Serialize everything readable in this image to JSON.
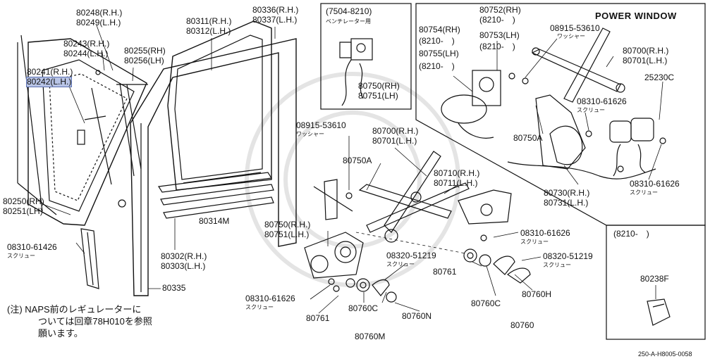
{
  "header": {
    "title": "POWER WINDOW"
  },
  "inset_top": {
    "range": "(7504-8210)",
    "note": "ベンチレーター用"
  },
  "inset_br": {
    "range": "(8210-　)"
  },
  "note": {
    "line1": "(注) NAPS前のレギュレーターに",
    "line2": "ついては回章78H010を参照",
    "line3": "願います。"
  },
  "footer_code": "250-A-H8005-0058",
  "labels": [
    {
      "id": "80248",
      "text": "80248(R.H.)"
    },
    {
      "id": "80249",
      "text": "80249(L.H.)"
    },
    {
      "id": "80243",
      "text": "80243(R.H.)"
    },
    {
      "id": "80244",
      "text": "80244(L.H.)"
    },
    {
      "id": "80255",
      "text": "80255(RH)"
    },
    {
      "id": "80256",
      "text": "80256(LH)"
    },
    {
      "id": "80241",
      "text": "80241(R.H.)"
    },
    {
      "id": "80242",
      "text": "80242(L.H.)"
    },
    {
      "id": "80250",
      "text": "80250(RH)"
    },
    {
      "id": "80251",
      "text": "80251(LH)"
    },
    {
      "id": "08310-61426",
      "text": "08310-61426"
    },
    {
      "id": "screw1",
      "text": "スクリュー"
    },
    {
      "id": "80311",
      "text": "80311(R.H.)"
    },
    {
      "id": "80312",
      "text": "80312(L.H.)"
    },
    {
      "id": "80336",
      "text": "80336(R.H.)"
    },
    {
      "id": "80337",
      "text": "80337(L.H.)"
    },
    {
      "id": "80314M",
      "text": "80314M"
    },
    {
      "id": "80302",
      "text": "80302(R.H.)"
    },
    {
      "id": "80303",
      "text": "80303(L.H.)"
    },
    {
      "id": "80335",
      "text": "80335"
    },
    {
      "id": "80750rh_top",
      "text": "80750(RH)"
    },
    {
      "id": "80751lh_top",
      "text": "80751(LH)"
    },
    {
      "id": "08915-53610a",
      "text": "08915-53610"
    },
    {
      "id": "washer1",
      "text": "ワッシャー"
    },
    {
      "id": "80700a",
      "text": "80700(R.H.)"
    },
    {
      "id": "80701a",
      "text": "80701(L.H.)"
    },
    {
      "id": "80750A_l",
      "text": "80750A"
    },
    {
      "id": "80710",
      "text": "80710(R.H.)"
    },
    {
      "id": "80711",
      "text": "80711(L.H.)"
    },
    {
      "id": "80750rh",
      "text": "80750(R.H.)"
    },
    {
      "id": "80751lh",
      "text": "80751(L.H.)"
    },
    {
      "id": "08310-61626a",
      "text": "08310-61626"
    },
    {
      "id": "screw2",
      "text": "スクリュー"
    },
    {
      "id": "08320-51219a",
      "text": "08320-51219"
    },
    {
      "id": "screw3",
      "text": "スクリュー"
    },
    {
      "id": "08320-51219b",
      "text": "08320-51219"
    },
    {
      "id": "screw4",
      "text": "スクリュー"
    },
    {
      "id": "08310-61626b",
      "text": "08310-61626"
    },
    {
      "id": "screw5",
      "text": "スクリュー"
    },
    {
      "id": "80761a",
      "text": "80761"
    },
    {
      "id": "80760Ca",
      "text": "80760C"
    },
    {
      "id": "80760Na",
      "text": "80760N"
    },
    {
      "id": "80760M",
      "text": "80760M"
    },
    {
      "id": "80761b",
      "text": "80761"
    },
    {
      "id": "80760Cb",
      "text": "80760C"
    },
    {
      "id": "80760H",
      "text": "80760H"
    },
    {
      "id": "80760",
      "text": "80760"
    },
    {
      "id": "80752",
      "text": "80752(RH)"
    },
    {
      "id": "8210a",
      "text": "(8210-　)"
    },
    {
      "id": "80754",
      "text": "80754(RH)"
    },
    {
      "id": "8210b",
      "text": "(8210-　)"
    },
    {
      "id": "80753",
      "text": "80753(LH)"
    },
    {
      "id": "8210c",
      "text": "(8210-　)"
    },
    {
      "id": "80755",
      "text": "80755(LH)"
    },
    {
      "id": "8210d",
      "text": "(8210-　)"
    },
    {
      "id": "08915-53610b",
      "text": "08915-53610"
    },
    {
      "id": "washer2",
      "text": "ワッシャー"
    },
    {
      "id": "80700b",
      "text": "80700(R.H.)"
    },
    {
      "id": "80701b",
      "text": "80701(L.H.)"
    },
    {
      "id": "25230C",
      "text": "25230C"
    },
    {
      "id": "08310-61626c",
      "text": "08310-61626"
    },
    {
      "id": "screw6",
      "text": "スクリュー"
    },
    {
      "id": "80750A_r",
      "text": "80750A"
    },
    {
      "id": "80730",
      "text": "80730(R.H.)"
    },
    {
      "id": "80731",
      "text": "80731(L.H.)"
    },
    {
      "id": "08310-61626d",
      "text": "08310-61626"
    },
    {
      "id": "screw7",
      "text": "スクリュー"
    },
    {
      "id": "80238F",
      "text": "80238F"
    }
  ]
}
